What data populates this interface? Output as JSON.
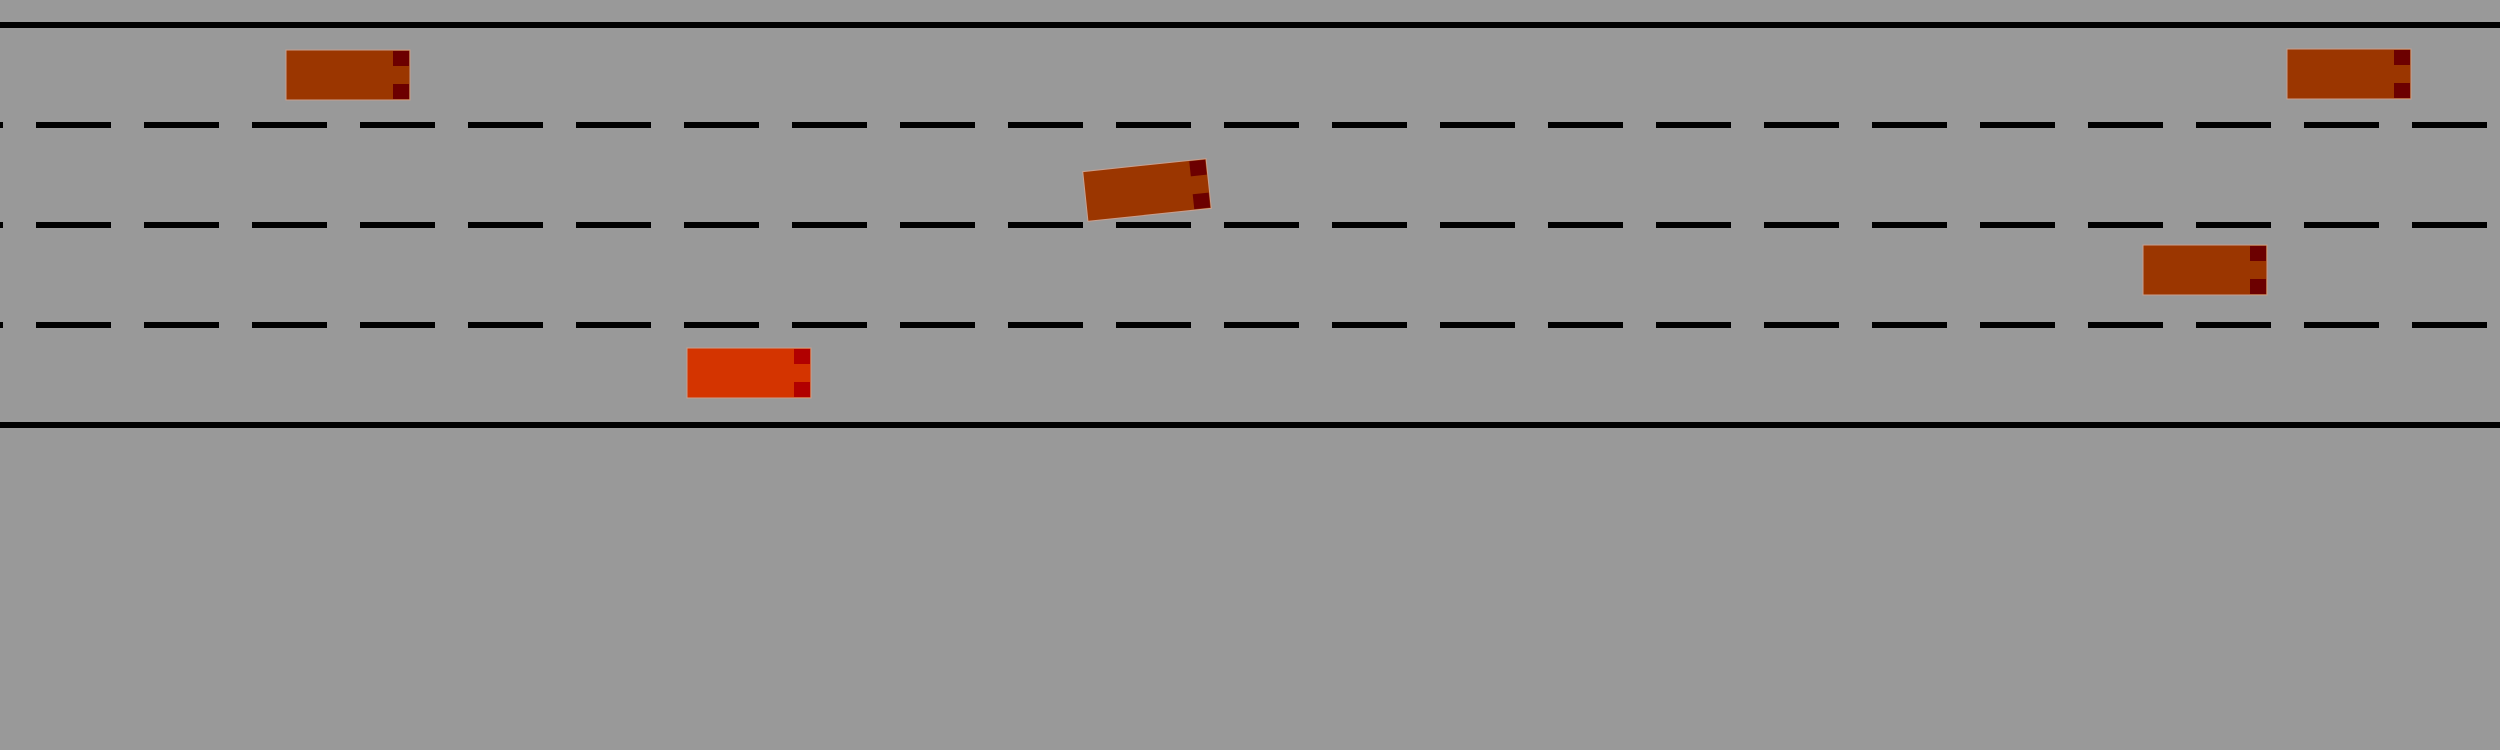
{
  "highway": {
    "lane_count": 4,
    "background_color": "#999999",
    "line_color": "#000000"
  },
  "vehicles": [
    {
      "id": "ego-vehicle",
      "role": "controlled",
      "lane": 4,
      "heading_deg": 0,
      "body_color": "#d43400",
      "light_color": "#b10000"
    },
    {
      "id": "vehicle-1",
      "role": "traffic",
      "lane": 1,
      "heading_deg": 0,
      "body_color": "#9b3600",
      "light_color": "#6c0000"
    },
    {
      "id": "vehicle-2",
      "role": "traffic",
      "lane": 1,
      "heading_deg": 0,
      "body_color": "#9b3600",
      "light_color": "#6c0000"
    },
    {
      "id": "vehicle-3",
      "role": "traffic",
      "lane": 2,
      "heading_deg": -6,
      "body_color": "#9b3600",
      "light_color": "#6c0000"
    },
    {
      "id": "vehicle-4",
      "role": "traffic",
      "lane": 3,
      "heading_deg": 0,
      "body_color": "#9b3600",
      "light_color": "#6c0000"
    }
  ]
}
